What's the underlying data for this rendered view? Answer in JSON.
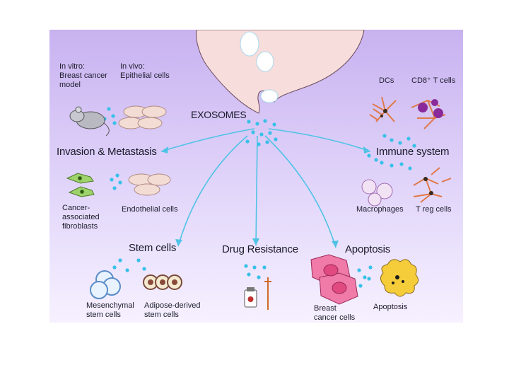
{
  "center": {
    "title": "EXOSOMES"
  },
  "invasion": {
    "title": "Invasion & Metastasis",
    "in_vitro": "In vitro:\nBreast cancer\nmodel",
    "in_vivo": "In vivo:\nEpithelial cells",
    "caf": "Cancer-\nassociated\nfibroblasts",
    "endothelial": "Endothelial cells"
  },
  "immune": {
    "title": "Immune system",
    "dcs": "DCs",
    "cd8": "CD8⁺ T cells",
    "macrophages": "Macrophages",
    "treg": "T reg cells"
  },
  "stem": {
    "title": "Stem cells",
    "mesenchymal": "Mesenchymal\nstem cells",
    "adipose": "Adipose-derived\nstem cells"
  },
  "drug": {
    "title": "Drug Resistance"
  },
  "apoptosis": {
    "title": "Apoptosis",
    "breast": "Breast\ncancer cells",
    "apoptosis_label": "Apoptosis"
  },
  "colors": {
    "background_top": "#c8b2f0",
    "source_cell": "#f7dddb",
    "exosome": "#39c0e8",
    "arrow": "#4fc3e6"
  }
}
